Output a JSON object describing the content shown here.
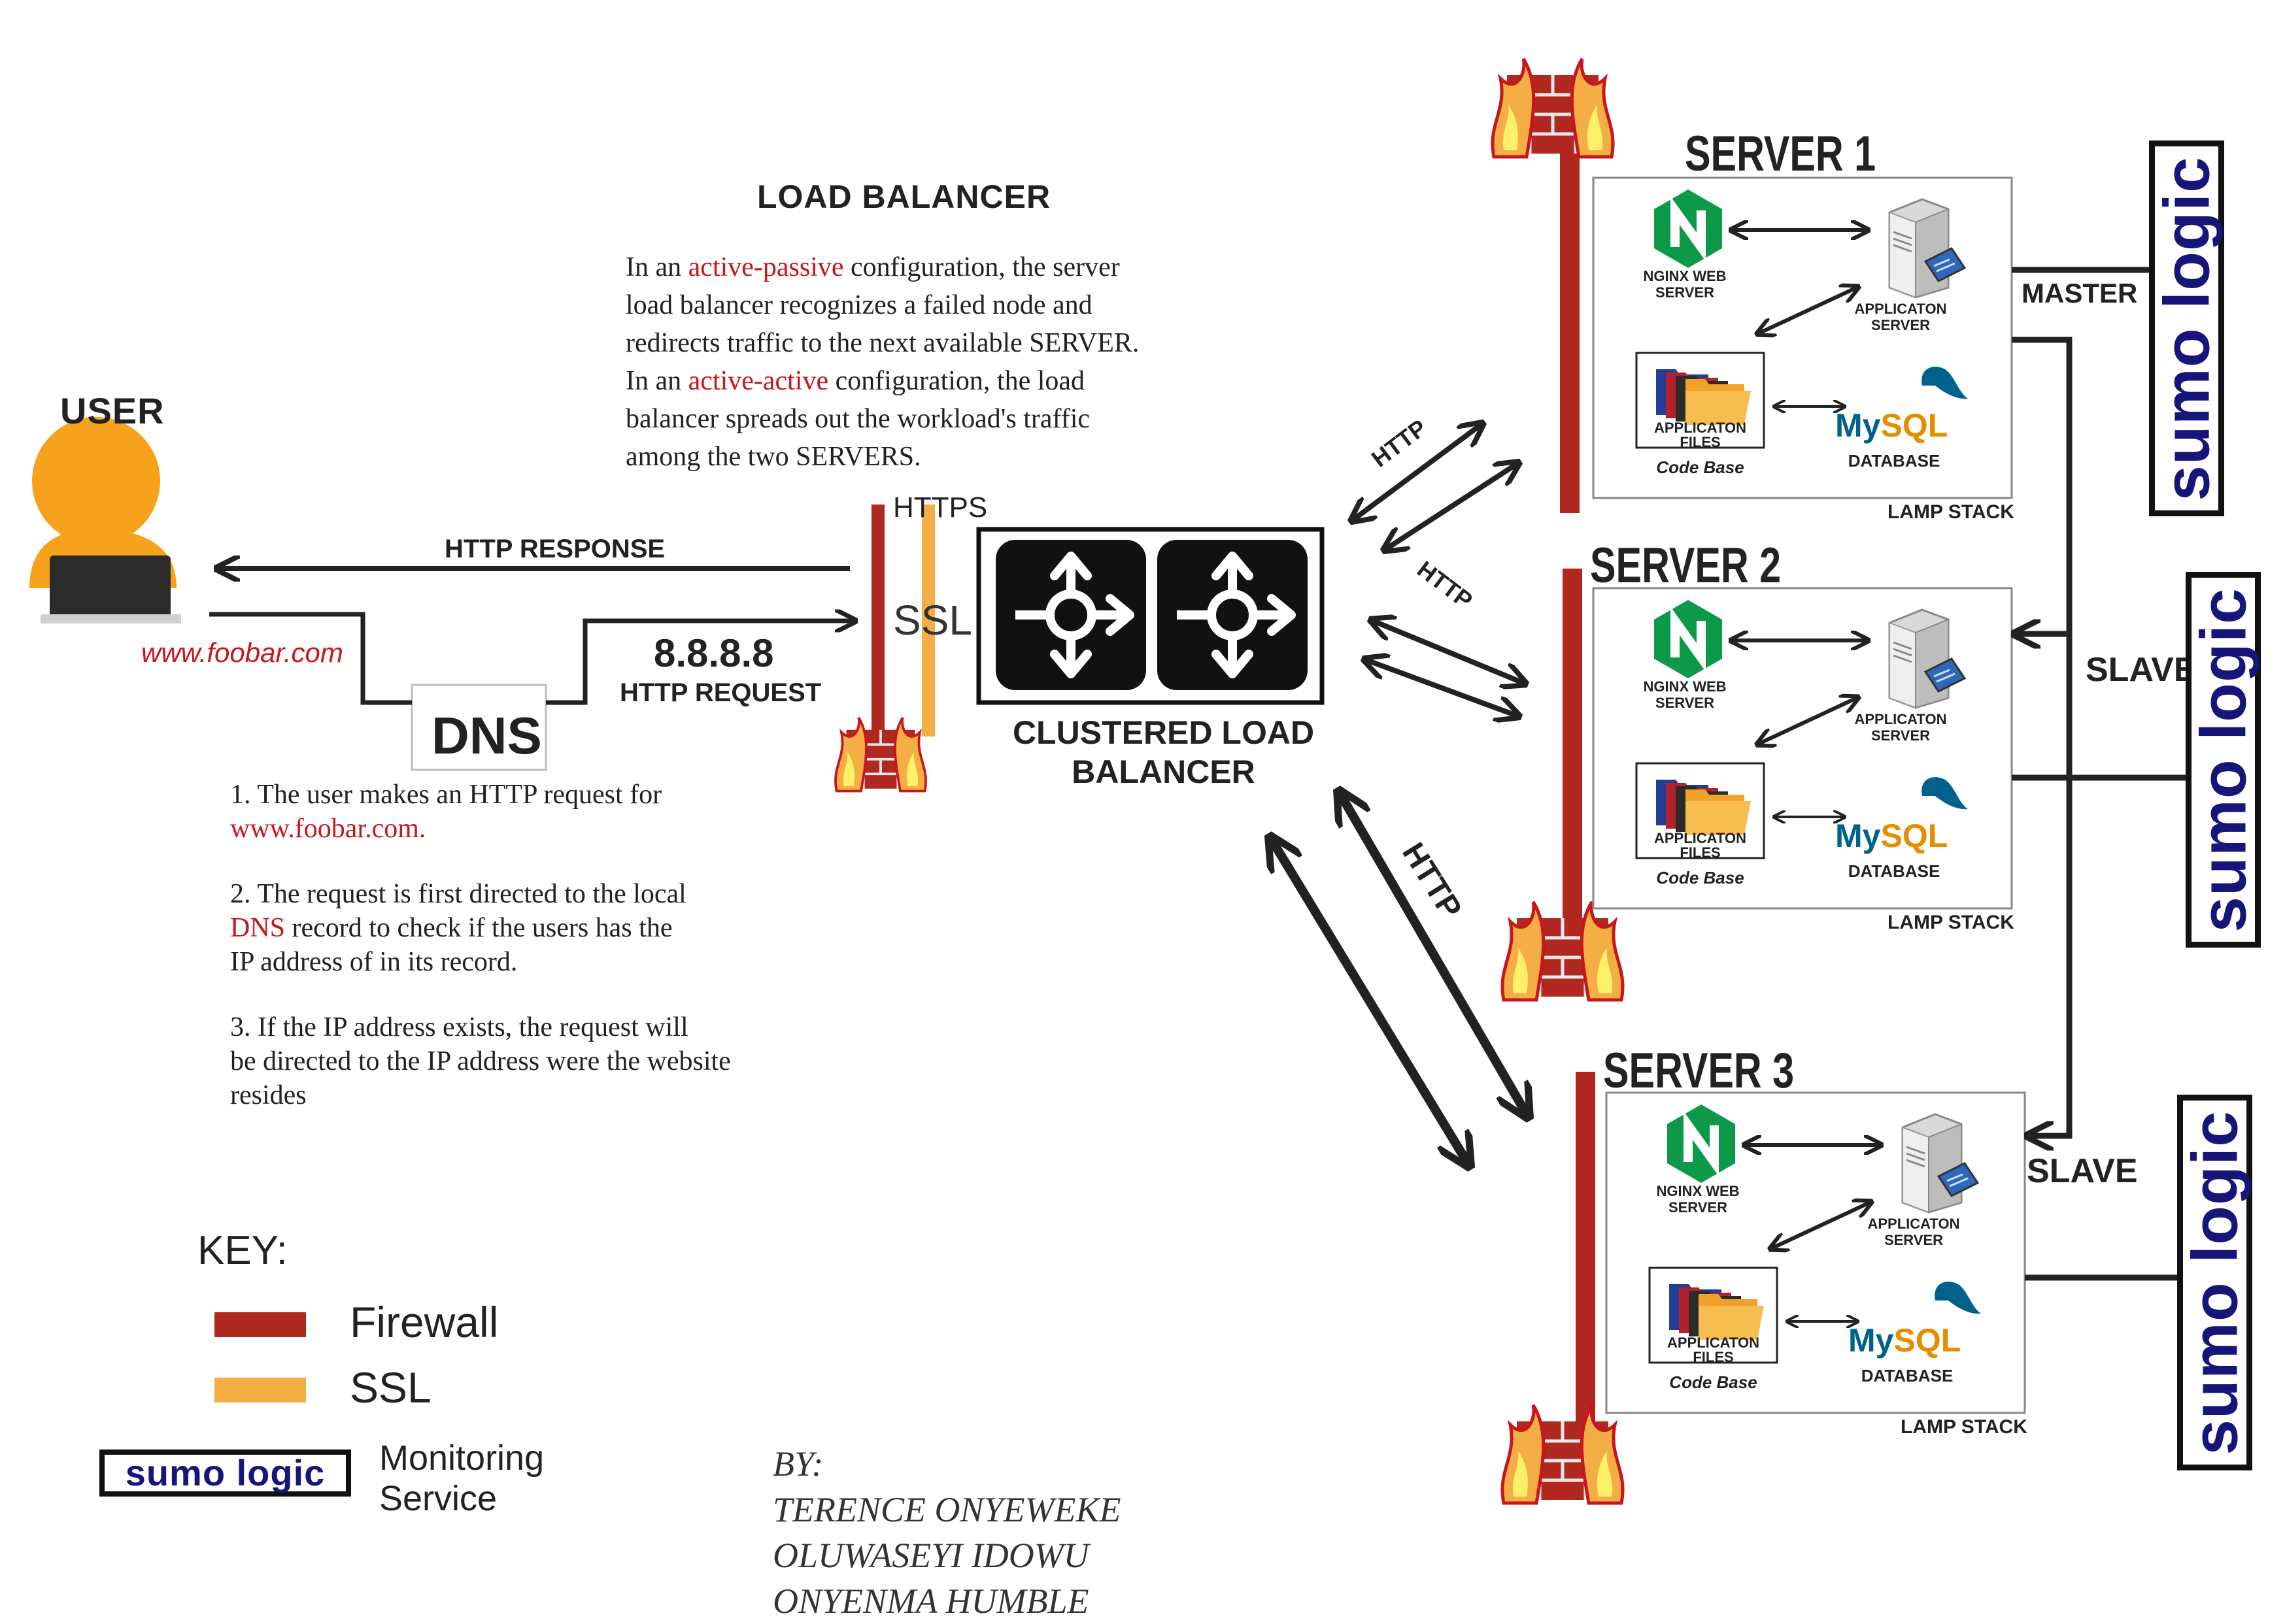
{
  "title": "LOAD BALANCER",
  "description_lines": [
    [
      {
        "t": "In an "
      },
      {
        "t": "active-passive",
        "red": true
      },
      {
        "t": " configuration, the server"
      }
    ],
    [
      {
        "t": "load balancer recognizes a failed node and"
      }
    ],
    [
      {
        "t": "redirects traffic to the next available SERVER."
      }
    ],
    [
      {
        "t": "In an "
      },
      {
        "t": "active-active",
        "red": true
      },
      {
        "t": " configuration, the load"
      }
    ],
    [
      {
        "t": "balancer spreads out the workload's traffic"
      }
    ],
    [
      {
        "t": "among the two SERVERS."
      }
    ]
  ],
  "user": {
    "label": "USER",
    "domain": "www.foobar.com"
  },
  "dns_label": "DNS",
  "http_response": "HTTP RESPONSE",
  "ip_address": "8.8.8.8",
  "http_request": "HTTP REQUEST",
  "https_label": "HTTPS",
  "ssl_label": "SSL",
  "load_balancer_label": [
    "CLUSTERED LOAD",
    "BALANCER"
  ],
  "http_link_label": "HTTP",
  "steps": [
    [
      [
        {
          "t": "1. The user makes an HTTP request for"
        }
      ],
      [
        {
          "t": "www.foobar.com.",
          "red": true
        }
      ]
    ],
    [
      [
        {
          "t": "2. The request is first directed to the local"
        }
      ],
      [
        {
          "t": "DNS",
          "red": true
        },
        {
          "t": " record to check if the users has the"
        }
      ],
      [
        {
          "t": "IP address of in its  record."
        }
      ]
    ],
    [
      [
        {
          "t": "3. If the IP address exists, the request will"
        }
      ],
      [
        {
          "t": "be directed to the IP address were the website"
        }
      ],
      [
        {
          "t": "resides"
        }
      ]
    ]
  ],
  "servers": [
    {
      "name": "SERVER 1",
      "web_server": [
        "NGINX WEB",
        "SERVER"
      ],
      "app_server": [
        "APPLICATON",
        "SERVER"
      ],
      "files": [
        "APPLICATON",
        "FILES"
      ],
      "code_base": "Code Base",
      "mysql": "MySQL",
      "database": "DATABASE",
      "stack": "LAMP STACK",
      "role": "MASTER"
    },
    {
      "name": "SERVER 2",
      "web_server": [
        "NGINX WEB",
        "SERVER"
      ],
      "app_server": [
        "APPLICATON",
        "SERVER"
      ],
      "files": [
        "APPLICATON",
        "FILES"
      ],
      "code_base": "Code Base",
      "mysql": "MySQL",
      "database": "DATABASE",
      "stack": "LAMP STACK",
      "role": "SLAVE"
    },
    {
      "name": "SERVER 3",
      "web_server": [
        "NGINX WEB",
        "SERVER"
      ],
      "app_server": [
        "APPLICATON",
        "SERVER"
      ],
      "files": [
        "APPLICATON",
        "FILES"
      ],
      "code_base": "Code Base",
      "mysql": "MySQL",
      "database": "DATABASE",
      "stack": "LAMP STACK",
      "role": "SLAVE"
    }
  ],
  "monitor_brand": "sumo logic",
  "key": {
    "title": "KEY:",
    "firewall": "Firewall",
    "ssl": "SSL",
    "monitoring": [
      "Monitoring",
      "Service"
    ]
  },
  "authors": {
    "by": "BY:",
    "names": [
      "TERENCE ONYEWEKE",
      "OLUWASEYI IDOWU",
      "ONYENMA HUMBLE"
    ]
  },
  "colors": {
    "firewall": "#b0281f",
    "ssl": "#f5ad45",
    "red_text": "#c8161d",
    "nginx": "#0c9a49",
    "sumo": "#16167a",
    "user": "#f7a21d",
    "mysql_blue": "#00618a",
    "mysql_orange": "#e48e00"
  }
}
